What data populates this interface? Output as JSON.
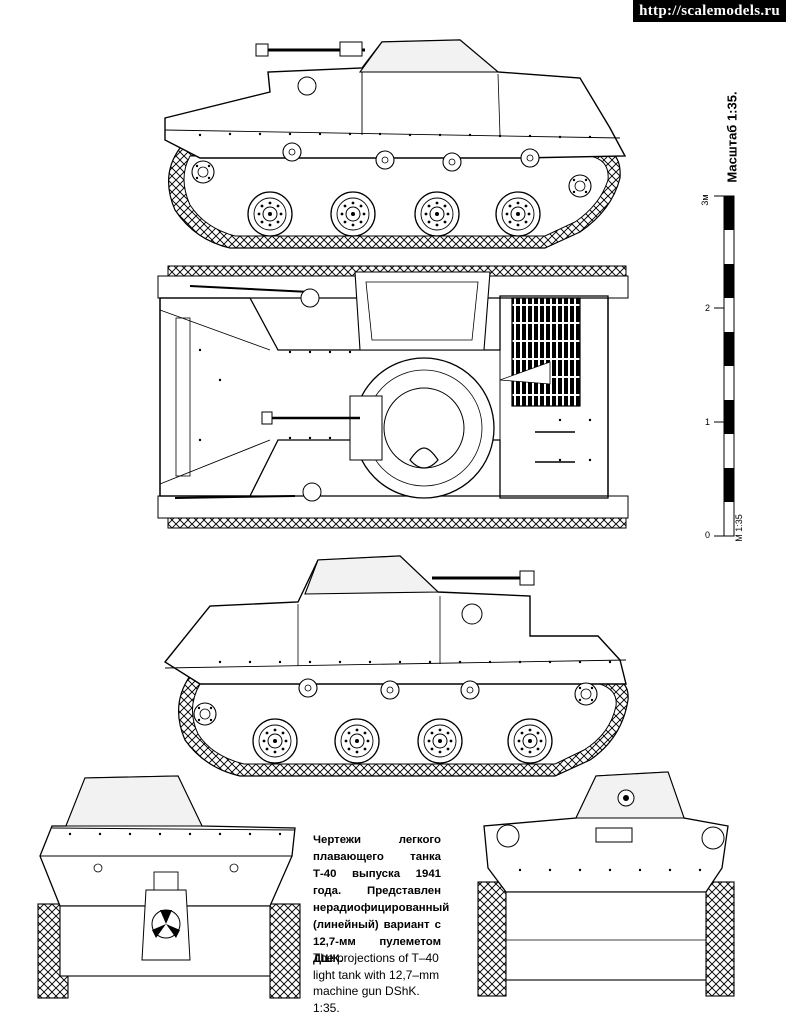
{
  "watermark": {
    "url": "http://scalemodels.ru"
  },
  "scale_bar": {
    "title": "Масштаб 1:35.",
    "ticks": [
      "0",
      "1",
      "2",
      "3м"
    ],
    "scale_label": "М 1:35"
  },
  "caption": {
    "russian": "Чертежи легкого плавающего танка Т-40 выпуска 1941 года. Представлен нерадиофицированный (линейный) вариант с 12,7-мм пулеметом ДШК.",
    "english": "The projections of T–40 light tank with 12,7–mm machine gun DShK. 1:35."
  },
  "colors": {
    "line": "#000000",
    "paper": "#ffffff",
    "shade": "#e6e6e6"
  },
  "views": [
    "left-side-view",
    "top-view",
    "right-side-view",
    "rear-view",
    "front-view"
  ]
}
